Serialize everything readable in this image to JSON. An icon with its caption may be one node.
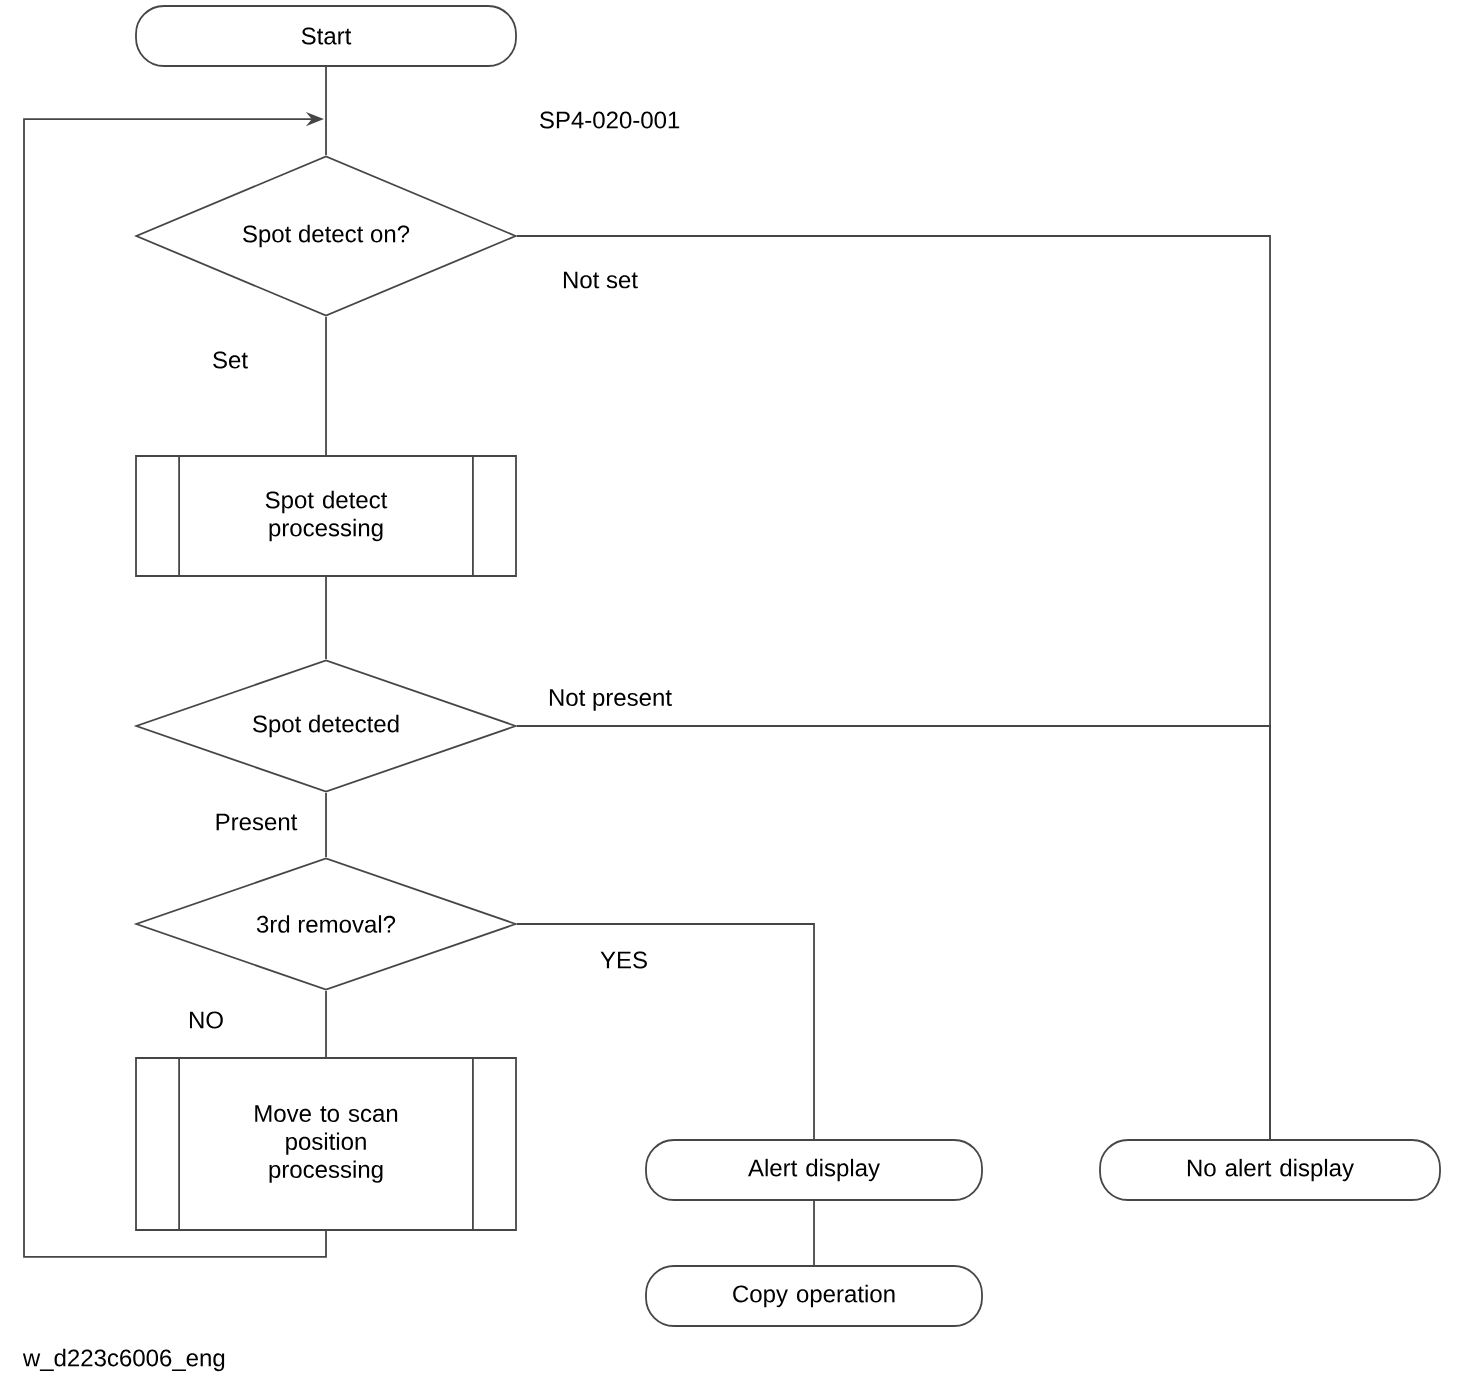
{
  "diagram": {
    "nodes": [
      {
        "text": [
          "Start"
        ]
      },
      {
        "text": [
          "Spot detect on?"
        ]
      },
      {
        "text": [
          "Spot detect processing"
        ]
      },
      {
        "text": [
          "Spot detected"
        ]
      },
      {
        "text": [
          "3rd removal?"
        ]
      },
      {
        "text": [
          "Move to scan position processing"
        ]
      },
      {
        "text": [
          "Alert display"
        ]
      },
      {
        "text": [
          "Copy operation"
        ]
      },
      {
        "text": [
          "No alert display"
        ]
      }
    ],
    "edges": [
      {
        "from": 0,
        "to": 1,
        "arrow": "none"
      },
      {
        "from": 5,
        "to": 1,
        "arrow": "to"
      },
      {
        "from": 1,
        "to": 2,
        "arrow": "none",
        "label": "Set"
      },
      {
        "from": 1,
        "to": 8,
        "arrow": "none",
        "label": "Not set"
      },
      {
        "from": 2,
        "to": 3,
        "arrow": "none"
      },
      {
        "from": 3,
        "to": 8,
        "arrow": "none",
        "label": "Not present"
      },
      {
        "from": 3,
        "to": 4,
        "arrow": "none",
        "label": "Present"
      },
      {
        "from": 4,
        "to": 6,
        "arrow": "none",
        "label": "YES"
      },
      {
        "from": 4,
        "to": 5,
        "arrow": "none",
        "label": "NO"
      },
      {
        "from": 6,
        "to": 7,
        "arrow": "none"
      }
    ],
    "labels": [
      "SP4-020-001",
      "w_d223c6006_eng"
    ]
  }
}
